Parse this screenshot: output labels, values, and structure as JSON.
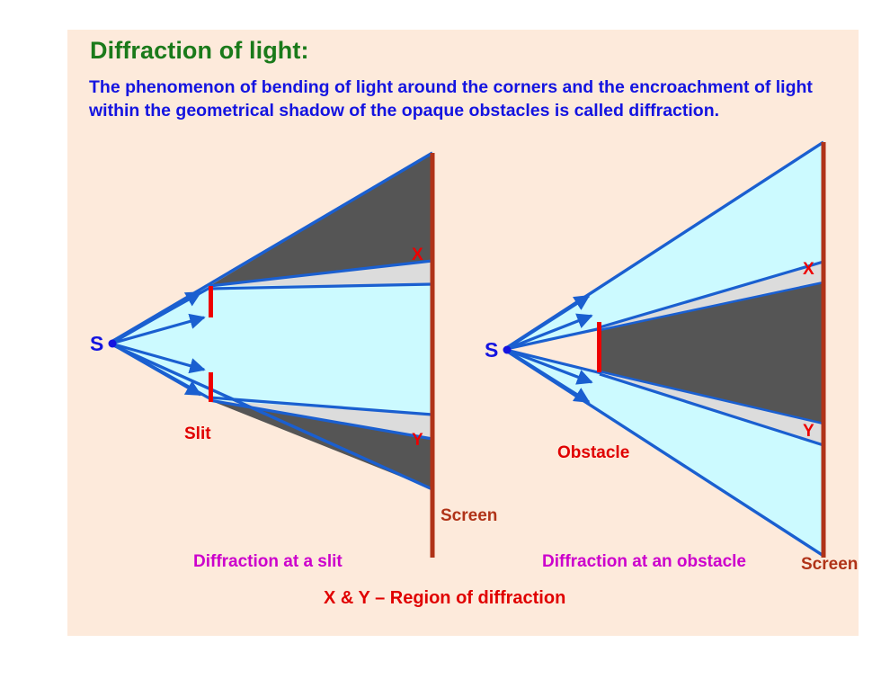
{
  "slide": {
    "title": "Diffraction of light:",
    "definition": "The phenomenon of bending of light around the corners and the encroachment of light within the geometrical shadow of the opaque obstacles is called diffraction.",
    "background_color": "#fdeadb",
    "page_color": "#ffffff",
    "title_color": "#1a7a1a",
    "definition_color": "#1414e0"
  },
  "figures": {
    "left": {
      "caption": "Diffraction at a slit",
      "source_label": "S",
      "aperture_label": "Slit",
      "screen_label": "Screen",
      "region_top_label": "X",
      "region_bottom_label": "Y",
      "ray_count": 4
    },
    "right": {
      "caption": "Diffraction at an obstacle",
      "source_label": "S",
      "aperture_label": "Obstacle",
      "screen_label": "Screen",
      "region_top_label": "X",
      "region_bottom_label": "Y",
      "ray_count": 4
    }
  },
  "note": "X & Y – Region of diffraction",
  "colors": {
    "light_beam": "#ccfaff",
    "shadow": "#555555",
    "diffraction_band": "#dcdcdc",
    "ray_blue": "#1a5fd0",
    "screen_red": "#b03318",
    "barrier_red": "#ee0000",
    "caption_magenta": "#cc00cc",
    "note_red": "#e00000"
  }
}
